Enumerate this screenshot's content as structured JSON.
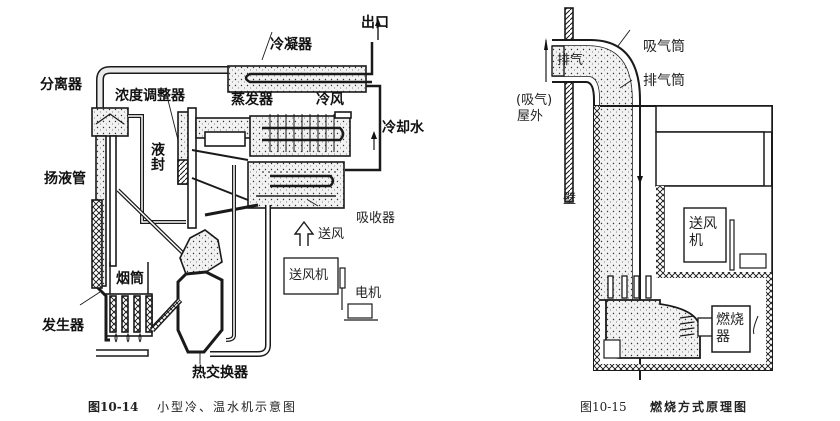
{
  "figure_left": {
    "caption_number": "图10-14",
    "caption_title": "小型冷、温水机示意图",
    "labels": {
      "outlet": "出口",
      "condenser": "冷凝器",
      "separator": "分离器",
      "concentration_regulator": "浓度调整器",
      "evaporator": "蒸发器",
      "cold_air": "冷风",
      "cooling_water": "冷却水",
      "liquid_seal": "液封",
      "lift_pipe": "扬液管",
      "absorber": "吸收器",
      "supply_air": "送风",
      "blower": "送风机",
      "motor": "电机",
      "chimney": "烟筒",
      "generator": "发生器",
      "heat_exchanger": "热交换器"
    }
  },
  "figure_right": {
    "caption_number": "图10-15",
    "caption_title": "燃烧方式原理图",
    "labels": {
      "intake_pipe": "吸气筒",
      "exhaust_pipe": "排气筒",
      "exhaust": "排气",
      "intake": "(吸气)",
      "outdoor": "屋外",
      "wall": "壁",
      "blower": "送风机",
      "burner": "燃烧器"
    }
  },
  "colors": {
    "line": "#1a1a1a",
    "fill_stipple": "#e6e6e6",
    "background": "#ffffff"
  }
}
